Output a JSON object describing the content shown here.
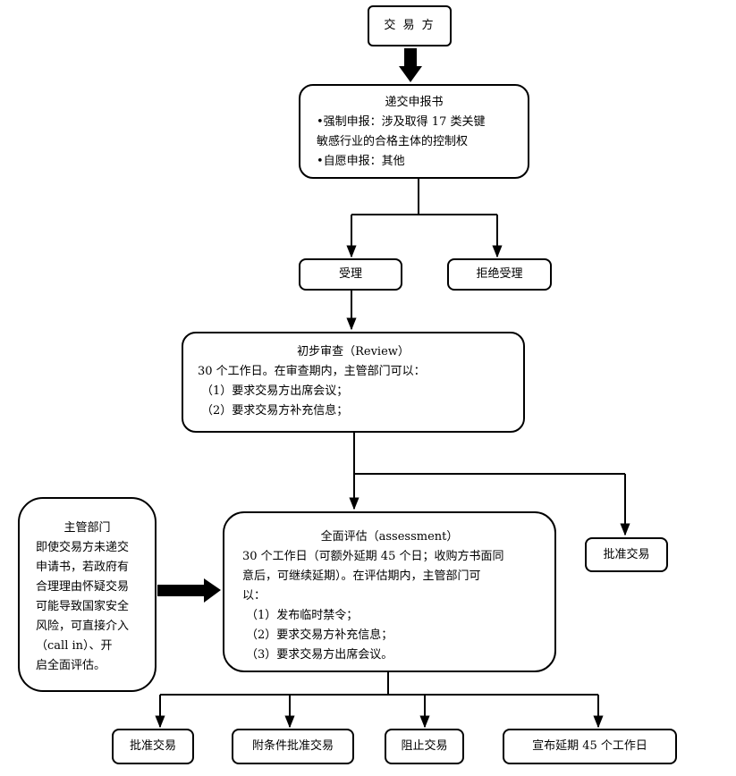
{
  "nodes": {
    "party": "交 易 方",
    "submit": {
      "title": "递交申报书",
      "lines": [
        "•强制申报：涉及取得 17 类关键",
        "敏感行业的合格主体的控制权",
        "•自愿申报：其他"
      ]
    },
    "accept": "受理",
    "reject": "拒绝受理",
    "review": {
      "title": "初步审查（Review）",
      "lines": [
        "30 个工作日。在审查期内，主管部门可以：",
        "（1）要求交易方出席会议；",
        "（2）要求交易方补充信息；"
      ]
    },
    "approve_mid": "批准交易",
    "authority": {
      "title": "主管部门",
      "lines": [
        "即使交易方未递交",
        "申请书，若政府有",
        "合理理由怀疑交易",
        "可能导致国家安全",
        "风险，可直接介入",
        "（call in）、开",
        "启全面评估。"
      ]
    },
    "assessment": {
      "title": "全面评估（assessment）",
      "lines": [
        "30 个工作日（可额外延期 45 个日；收购方书面同",
        "意后，可继续延期）。在评估期内，主管部门可",
        "以：",
        "（1）发布临时禁令；",
        "（2）要求交易方补充信息；",
        "（3）要求交易方出席会议。"
      ]
    },
    "outcomes": [
      "批准交易",
      "附条件批准交易",
      "阻止交易",
      "宣布延期 45 个工作日"
    ]
  }
}
